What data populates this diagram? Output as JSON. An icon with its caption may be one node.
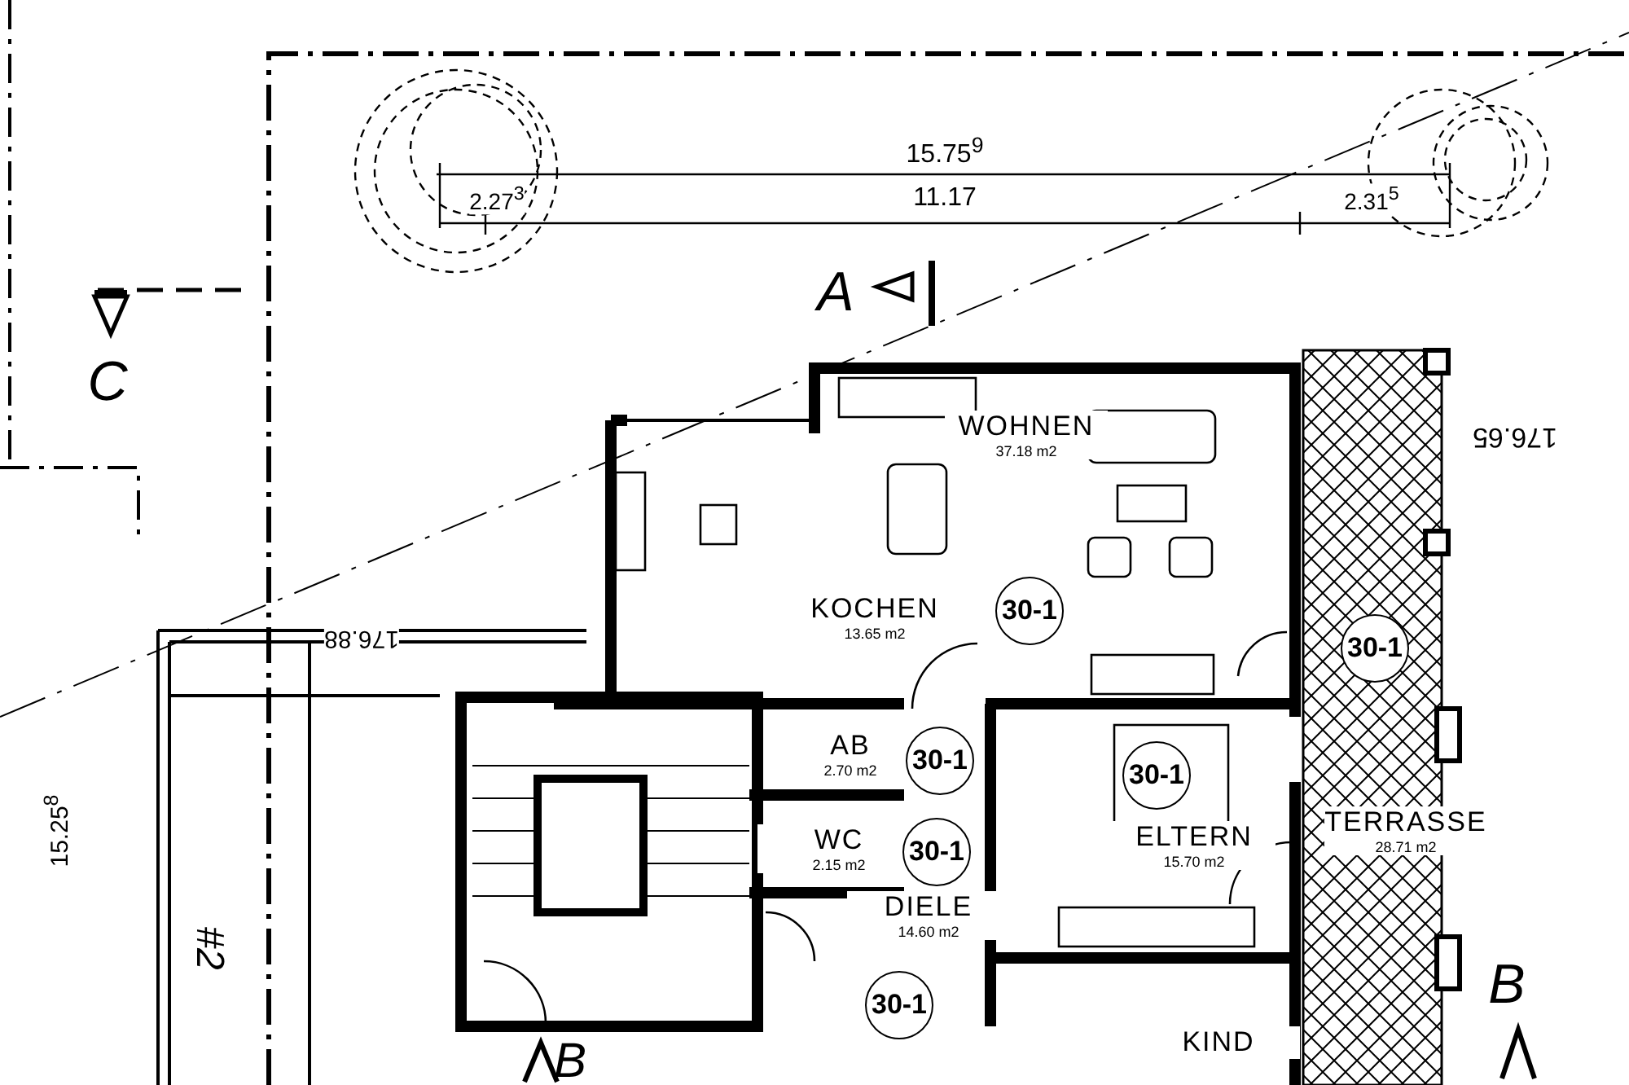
{
  "diagram": {
    "nodes": [
      {
        "text": [
          "WOHNEN",
          "37.18 m2"
        ]
      },
      {
        "text": [
          "KOCHEN",
          "13.65 m2"
        ]
      },
      {
        "text": [
          "AB",
          "2.70 m2"
        ]
      },
      {
        "text": [
          "WC",
          "2.15 m2"
        ]
      },
      {
        "text": [
          "DIELE",
          "14.60 m2"
        ]
      },
      {
        "text": [
          "ELTERN",
          "15.70 m2"
        ]
      },
      {
        "text": [
          "TERRASSE",
          "28.71 m2"
        ]
      },
      {
        "text": [
          "KIND"
        ]
      },
      {
        "text": [
          "30-1"
        ]
      },
      {
        "text": [
          "30-1"
        ]
      },
      {
        "text": [
          "30-1"
        ]
      },
      {
        "text": [
          "30-1"
        ]
      },
      {
        "text": [
          "30-1"
        ]
      },
      {
        "text": [
          "30-1"
        ]
      }
    ],
    "labels": [
      "15.75$^{9}$",
      "2.27$^{3}$",
      "11.17",
      "2.31$^{5}$",
      "A",
      "C",
      "176.65",
      "176.88",
      "15.25$^{8}$",
      "#2",
      "B",
      "B"
    ]
  }
}
